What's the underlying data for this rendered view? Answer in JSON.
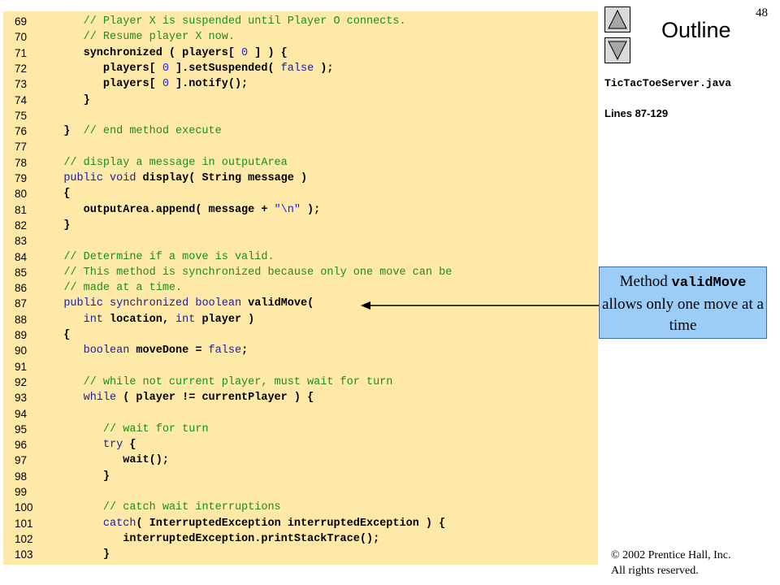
{
  "slide_number": "48",
  "outline_title": "Outline",
  "file_name": "TicTacToeServer.java",
  "lines_label": "Lines 87-129",
  "callout": {
    "pre": "Method ",
    "code": "validMove",
    "post": " allows only one move at a time"
  },
  "copyright": {
    "line1": "© 2002 Prentice Hall, Inc.",
    "line2": "All rights reserved."
  },
  "code_lines": [
    {
      "num": "69",
      "segs": [
        {
          "t": "      "
        },
        {
          "t": "// Player X is suspended until Player O connects.",
          "c": "c"
        }
      ]
    },
    {
      "num": "70",
      "segs": [
        {
          "t": "      "
        },
        {
          "t": "// Resume player X now.",
          "c": "c"
        }
      ]
    },
    {
      "num": "71",
      "segs": [
        {
          "t": "      synchronized ( players[ ",
          "c": "b"
        },
        {
          "t": "0",
          "c": "n"
        },
        {
          "t": " ] ) {",
          "c": "b"
        }
      ]
    },
    {
      "num": "72",
      "segs": [
        {
          "t": "         players[ ",
          "c": "b"
        },
        {
          "t": "0",
          "c": "n"
        },
        {
          "t": " ].setSuspended( ",
          "c": "b"
        },
        {
          "t": "false",
          "c": "k"
        },
        {
          "t": " );",
          "c": "b"
        }
      ]
    },
    {
      "num": "73",
      "segs": [
        {
          "t": "         players[ ",
          "c": "b"
        },
        {
          "t": "0",
          "c": "n"
        },
        {
          "t": " ].notify();",
          "c": "b"
        }
      ]
    },
    {
      "num": "74",
      "segs": [
        {
          "t": "      }",
          "c": "b"
        }
      ]
    },
    {
      "num": "75",
      "segs": []
    },
    {
      "num": "76",
      "segs": [
        {
          "t": "   }",
          "c": "b"
        },
        {
          "t": "  "
        },
        {
          "t": "// end method execute",
          "c": "c"
        }
      ]
    },
    {
      "num": "77",
      "segs": []
    },
    {
      "num": "78",
      "segs": [
        {
          "t": "   "
        },
        {
          "t": "// display a message in outputArea",
          "c": "c"
        }
      ]
    },
    {
      "num": "79",
      "segs": [
        {
          "t": "   "
        },
        {
          "t": "public void",
          "c": "k"
        },
        {
          "t": " display( String message )",
          "c": "b"
        }
      ]
    },
    {
      "num": "80",
      "segs": [
        {
          "t": "   {",
          "c": "b"
        }
      ]
    },
    {
      "num": "81",
      "segs": [
        {
          "t": "      outputArea.append( message + ",
          "c": "b"
        },
        {
          "t": "\"\\n\"",
          "c": "n"
        },
        {
          "t": " );",
          "c": "b"
        }
      ]
    },
    {
      "num": "82",
      "segs": [
        {
          "t": "   }",
          "c": "b"
        }
      ]
    },
    {
      "num": "83",
      "segs": []
    },
    {
      "num": "84",
      "segs": [
        {
          "t": "   "
        },
        {
          "t": "// Determine if a move is valid.",
          "c": "c"
        }
      ]
    },
    {
      "num": "85",
      "segs": [
        {
          "t": "   "
        },
        {
          "t": "// This method is synchronized because only one move can be",
          "c": "c"
        }
      ]
    },
    {
      "num": "86",
      "segs": [
        {
          "t": "   "
        },
        {
          "t": "// made at a time.",
          "c": "c"
        }
      ]
    },
    {
      "num": "87",
      "segs": [
        {
          "t": "   "
        },
        {
          "t": "public synchronized boolean",
          "c": "k"
        },
        {
          "t": " validMove(",
          "c": "b"
        }
      ]
    },
    {
      "num": "88",
      "segs": [
        {
          "t": "      "
        },
        {
          "t": "int",
          "c": "k"
        },
        {
          "t": " location, ",
          "c": "b"
        },
        {
          "t": "int",
          "c": "k"
        },
        {
          "t": " player )",
          "c": "b"
        }
      ]
    },
    {
      "num": "89",
      "segs": [
        {
          "t": "   {",
          "c": "b"
        }
      ]
    },
    {
      "num": "90",
      "segs": [
        {
          "t": "      "
        },
        {
          "t": "boolean",
          "c": "k"
        },
        {
          "t": " moveDone = ",
          "c": "b"
        },
        {
          "t": "false",
          "c": "k"
        },
        {
          "t": ";",
          "c": "b"
        }
      ]
    },
    {
      "num": "91",
      "segs": []
    },
    {
      "num": "92",
      "segs": [
        {
          "t": "      "
        },
        {
          "t": "// while not current player, must wait for turn",
          "c": "c"
        }
      ]
    },
    {
      "num": "93",
      "segs": [
        {
          "t": "      "
        },
        {
          "t": "while",
          "c": "k"
        },
        {
          "t": " ( player != currentPlayer ) {",
          "c": "b"
        }
      ]
    },
    {
      "num": "94",
      "segs": []
    },
    {
      "num": "95",
      "segs": [
        {
          "t": "         "
        },
        {
          "t": "// wait for turn",
          "c": "c"
        }
      ]
    },
    {
      "num": "96",
      "segs": [
        {
          "t": "         "
        },
        {
          "t": "try",
          "c": "k"
        },
        {
          "t": " {",
          "c": "b"
        }
      ]
    },
    {
      "num": "97",
      "segs": [
        {
          "t": "            wait();",
          "c": "b"
        }
      ]
    },
    {
      "num": "98",
      "segs": [
        {
          "t": "         }",
          "c": "b"
        }
      ]
    },
    {
      "num": "99",
      "segs": []
    },
    {
      "num": "100",
      "segs": [
        {
          "t": "         "
        },
        {
          "t": "// catch wait interruptions",
          "c": "c"
        }
      ]
    },
    {
      "num": "101",
      "segs": [
        {
          "t": "         "
        },
        {
          "t": "catch",
          "c": "k"
        },
        {
          "t": "( InterruptedException interruptedException ) {",
          "c": "b"
        }
      ]
    },
    {
      "num": "102",
      "segs": [
        {
          "t": "            interruptedException.printStackTrace();",
          "c": "b"
        }
      ]
    },
    {
      "num": "103",
      "segs": [
        {
          "t": "         }",
          "c": "b"
        }
      ]
    }
  ]
}
